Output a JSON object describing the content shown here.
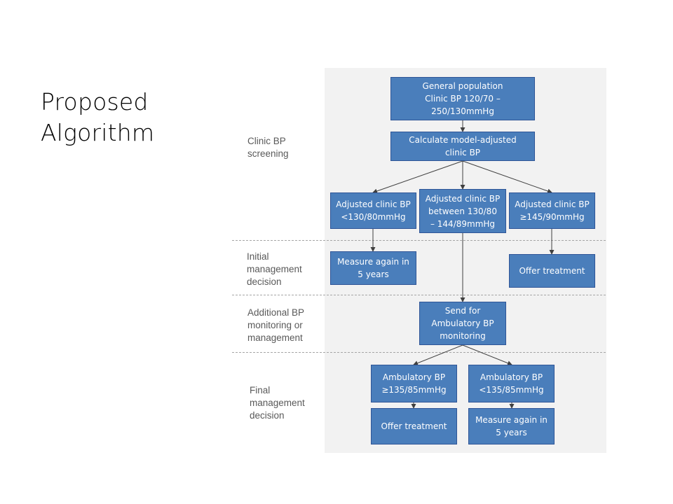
{
  "title": {
    "line1": "Proposed",
    "line2": "Algorithm"
  },
  "stages": {
    "screening": [
      "Clinic BP",
      "screening"
    ],
    "initial": [
      "Initial",
      "management",
      "decision"
    ],
    "additional": [
      "Additional BP",
      "monitoring or",
      "management"
    ],
    "final": [
      "Final",
      "management",
      "decision"
    ]
  },
  "boxes": {
    "general_population": [
      "General population",
      "Clinic BP 120/70 –",
      "250/130mmHg"
    ],
    "calculate_adjusted": [
      "Calculate model-adjusted",
      "clinic BP"
    ],
    "adjusted_low": [
      "Adjusted clinic BP",
      "<130/80mmHg"
    ],
    "adjusted_mid": [
      "Adjusted clinic BP",
      "between 130/80",
      "– 144/89mmHg"
    ],
    "adjusted_high": [
      "Adjusted clinic BP",
      "≥145/90mmHg"
    ],
    "measure_again_initial": [
      "Measure again in",
      "5 years"
    ],
    "offer_treatment_initial": [
      "Offer treatment"
    ],
    "send_ambulatory": [
      "Send for",
      "Ambulatory BP",
      "monitoring"
    ],
    "ambulatory_high": [
      "Ambulatory BP",
      "≥135/85mmHg"
    ],
    "ambulatory_low": [
      "Ambulatory BP",
      "<135/85mmHg"
    ],
    "offer_treatment_final": [
      "Offer treatment"
    ],
    "measure_again_final": [
      "Measure again in",
      "5 years"
    ]
  },
  "colors": {
    "box_fill": "#4a7ebb",
    "box_border": "#2f5597",
    "panel": "#f2f2f2",
    "stage_label": "#595959",
    "arrow": "#404040"
  }
}
